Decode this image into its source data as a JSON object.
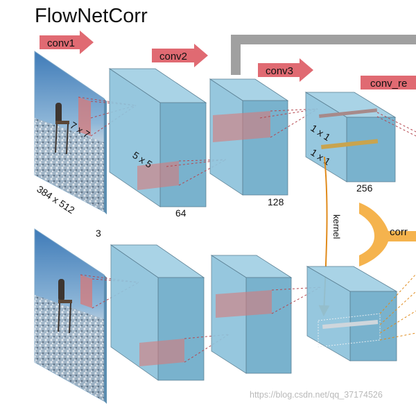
{
  "title": "FlowNetCorr",
  "layers": {
    "conv1": "conv1",
    "conv2": "conv2",
    "conv3": "conv3",
    "conv_redir": "conv_re"
  },
  "kernel_labels": {
    "k7": "7 x 7",
    "k5": "5 x 5",
    "k1a": "1 x 1",
    "k1b": "1 x 1"
  },
  "dims": {
    "input_size": "384 x 512",
    "input_channels": "3",
    "conv1_channels": "64",
    "conv2_channels": "128",
    "conv3_channels": "256"
  },
  "annotations": {
    "kernel": "kernel",
    "corr": "corr"
  },
  "watermark": "https://blog.csdn.net/qq_37174526",
  "colors": {
    "block_face": "#8ec3dc",
    "block_top": "#a9d3e6",
    "block_side": "#79b2cd",
    "layer_tag": "#e06a72",
    "corr_arrow": "#f5b34d",
    "kernel_arrow": "#e08a1a",
    "filter_box": "#d77a7a",
    "skip_connection": "#a0a0a0"
  }
}
